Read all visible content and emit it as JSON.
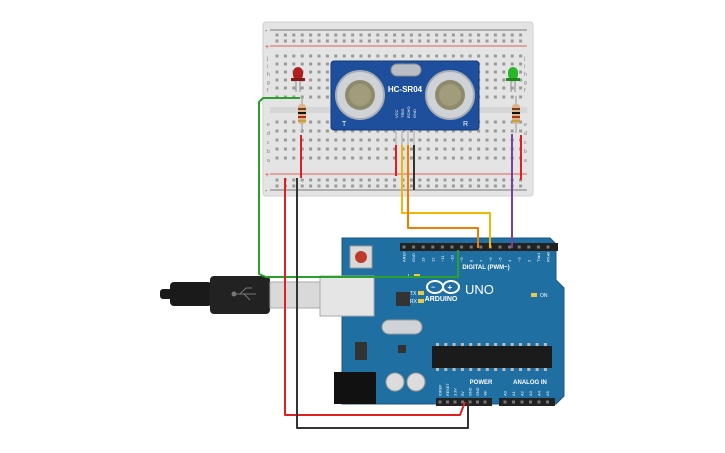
{
  "sensor": {
    "model": "HC-SR04",
    "left_mark": "T",
    "right_mark": "R",
    "pins": [
      "VCC",
      "TRIG",
      "ECHO",
      "GND"
    ]
  },
  "arduino": {
    "logo": "ARDUINO",
    "model": "UNO",
    "digital_label": "DIGITAL (PWM~)",
    "power_label": "POWER",
    "analog_label": "ANALOG IN",
    "on_label": "ON",
    "tx_label": "TX",
    "rx_label": "RX",
    "l_label": "L",
    "digital_pins": [
      "AREF",
      "GND",
      "13",
      "12",
      "~11",
      "~10",
      "~9",
      "8",
      "7",
      "~6",
      "~5",
      "4",
      "~3",
      "2",
      "TX▸1",
      "RX◂0"
    ],
    "power_pins": [
      "IOREF",
      "RESET",
      "3.3V",
      "5V",
      "GND",
      "GND",
      "Vin"
    ],
    "analog_pins": [
      "A0",
      "A1",
      "A2",
      "A3",
      "A4",
      "A5"
    ]
  },
  "breadboard": {
    "row_letters_top": [
      "j",
      "i",
      "h",
      "g",
      "f"
    ],
    "row_letters_bottom": [
      "e",
      "d",
      "c",
      "b",
      "a"
    ],
    "plus": "+",
    "minus": "-"
  },
  "colors": {
    "board": "#1f6fa3",
    "sensor_board": "#1d4f9c",
    "breadboard": "#e8e8e8",
    "wire_green": "#2ca02c",
    "wire_red": "#e02020",
    "wire_black": "#333333",
    "wire_orange": "#f07d00",
    "wire_yellow": "#f2b705",
    "wire_purple": "#7b3fa0",
    "led_red": "#b02020",
    "led_green": "#2bb52b"
  },
  "components": [
    "red-led",
    "green-led",
    "resistor-1",
    "resistor-2",
    "usb-cable"
  ]
}
